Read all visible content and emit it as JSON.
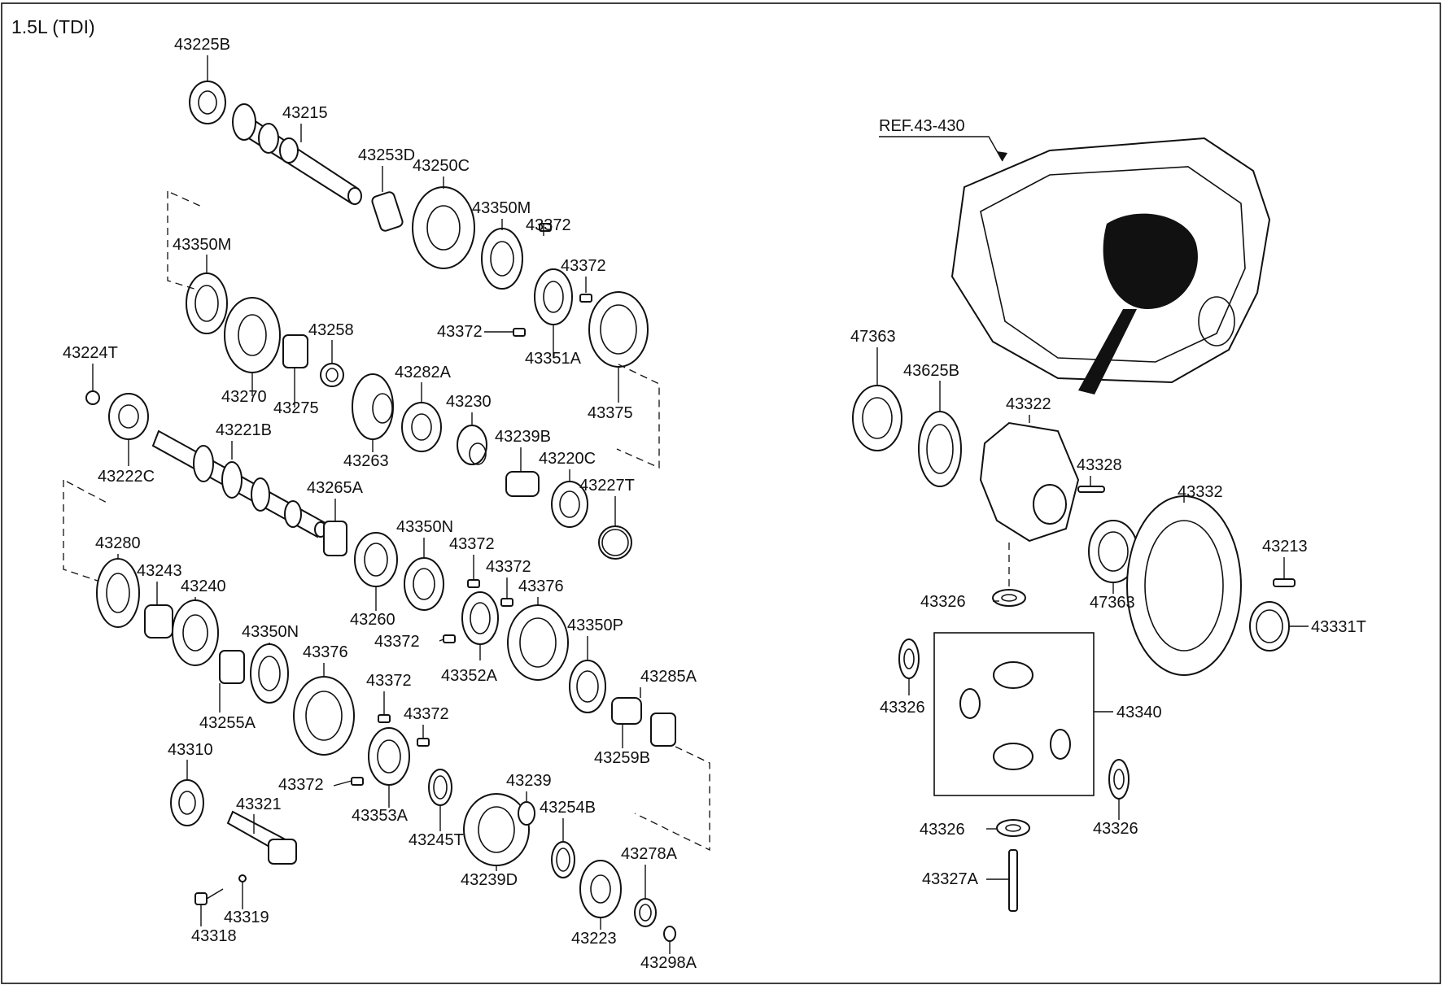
{
  "diagram": {
    "title": "1.5L (TDI)",
    "ref_label": "REF.43-430",
    "group_label": "43340",
    "parts": [
      {
        "label": "43225B"
      },
      {
        "label": "43215"
      },
      {
        "label": "43253D"
      },
      {
        "label": "43250C"
      },
      {
        "label": "43350M"
      },
      {
        "label": "43372"
      },
      {
        "label": "43372"
      },
      {
        "label": "43372"
      },
      {
        "label": "43351A"
      },
      {
        "label": "43375"
      },
      {
        "label": "43350M"
      },
      {
        "label": "43270"
      },
      {
        "label": "43275"
      },
      {
        "label": "43258"
      },
      {
        "label": "43224T"
      },
      {
        "label": "43222C"
      },
      {
        "label": "43221B"
      },
      {
        "label": "43263"
      },
      {
        "label": "43282A"
      },
      {
        "label": "43230"
      },
      {
        "label": "43239B"
      },
      {
        "label": "43220C"
      },
      {
        "label": "43227T"
      },
      {
        "label": "43265A"
      },
      {
        "label": "43350N"
      },
      {
        "label": "43260"
      },
      {
        "label": "43280"
      },
      {
        "label": "43243"
      },
      {
        "label": "43240"
      },
      {
        "label": "43350N"
      },
      {
        "label": "43255A"
      },
      {
        "label": "43376"
      },
      {
        "label": "43372"
      },
      {
        "label": "43372"
      },
      {
        "label": "43372"
      },
      {
        "label": "43376"
      },
      {
        "label": "43352A"
      },
      {
        "label": "43350P"
      },
      {
        "label": "43285A"
      },
      {
        "label": "43259B"
      },
      {
        "label": "43372"
      },
      {
        "label": "43372"
      },
      {
        "label": "43353A"
      },
      {
        "label": "43310"
      },
      {
        "label": "43321"
      },
      {
        "label": "43372"
      },
      {
        "label": "43245T"
      },
      {
        "label": "43239"
      },
      {
        "label": "43254B"
      },
      {
        "label": "43239D"
      },
      {
        "label": "43278A"
      },
      {
        "label": "43223"
      },
      {
        "label": "43298A"
      },
      {
        "label": "43319"
      },
      {
        "label": "43318"
      },
      {
        "label": "47363"
      },
      {
        "label": "43625B"
      },
      {
        "label": "43322"
      },
      {
        "label": "43328"
      },
      {
        "label": "43332"
      },
      {
        "label": "43213"
      },
      {
        "label": "43326"
      },
      {
        "label": "47363"
      },
      {
        "label": "43331T"
      },
      {
        "label": "43326"
      },
      {
        "label": "43326"
      },
      {
        "label": "43326"
      },
      {
        "label": "43327A"
      }
    ]
  }
}
